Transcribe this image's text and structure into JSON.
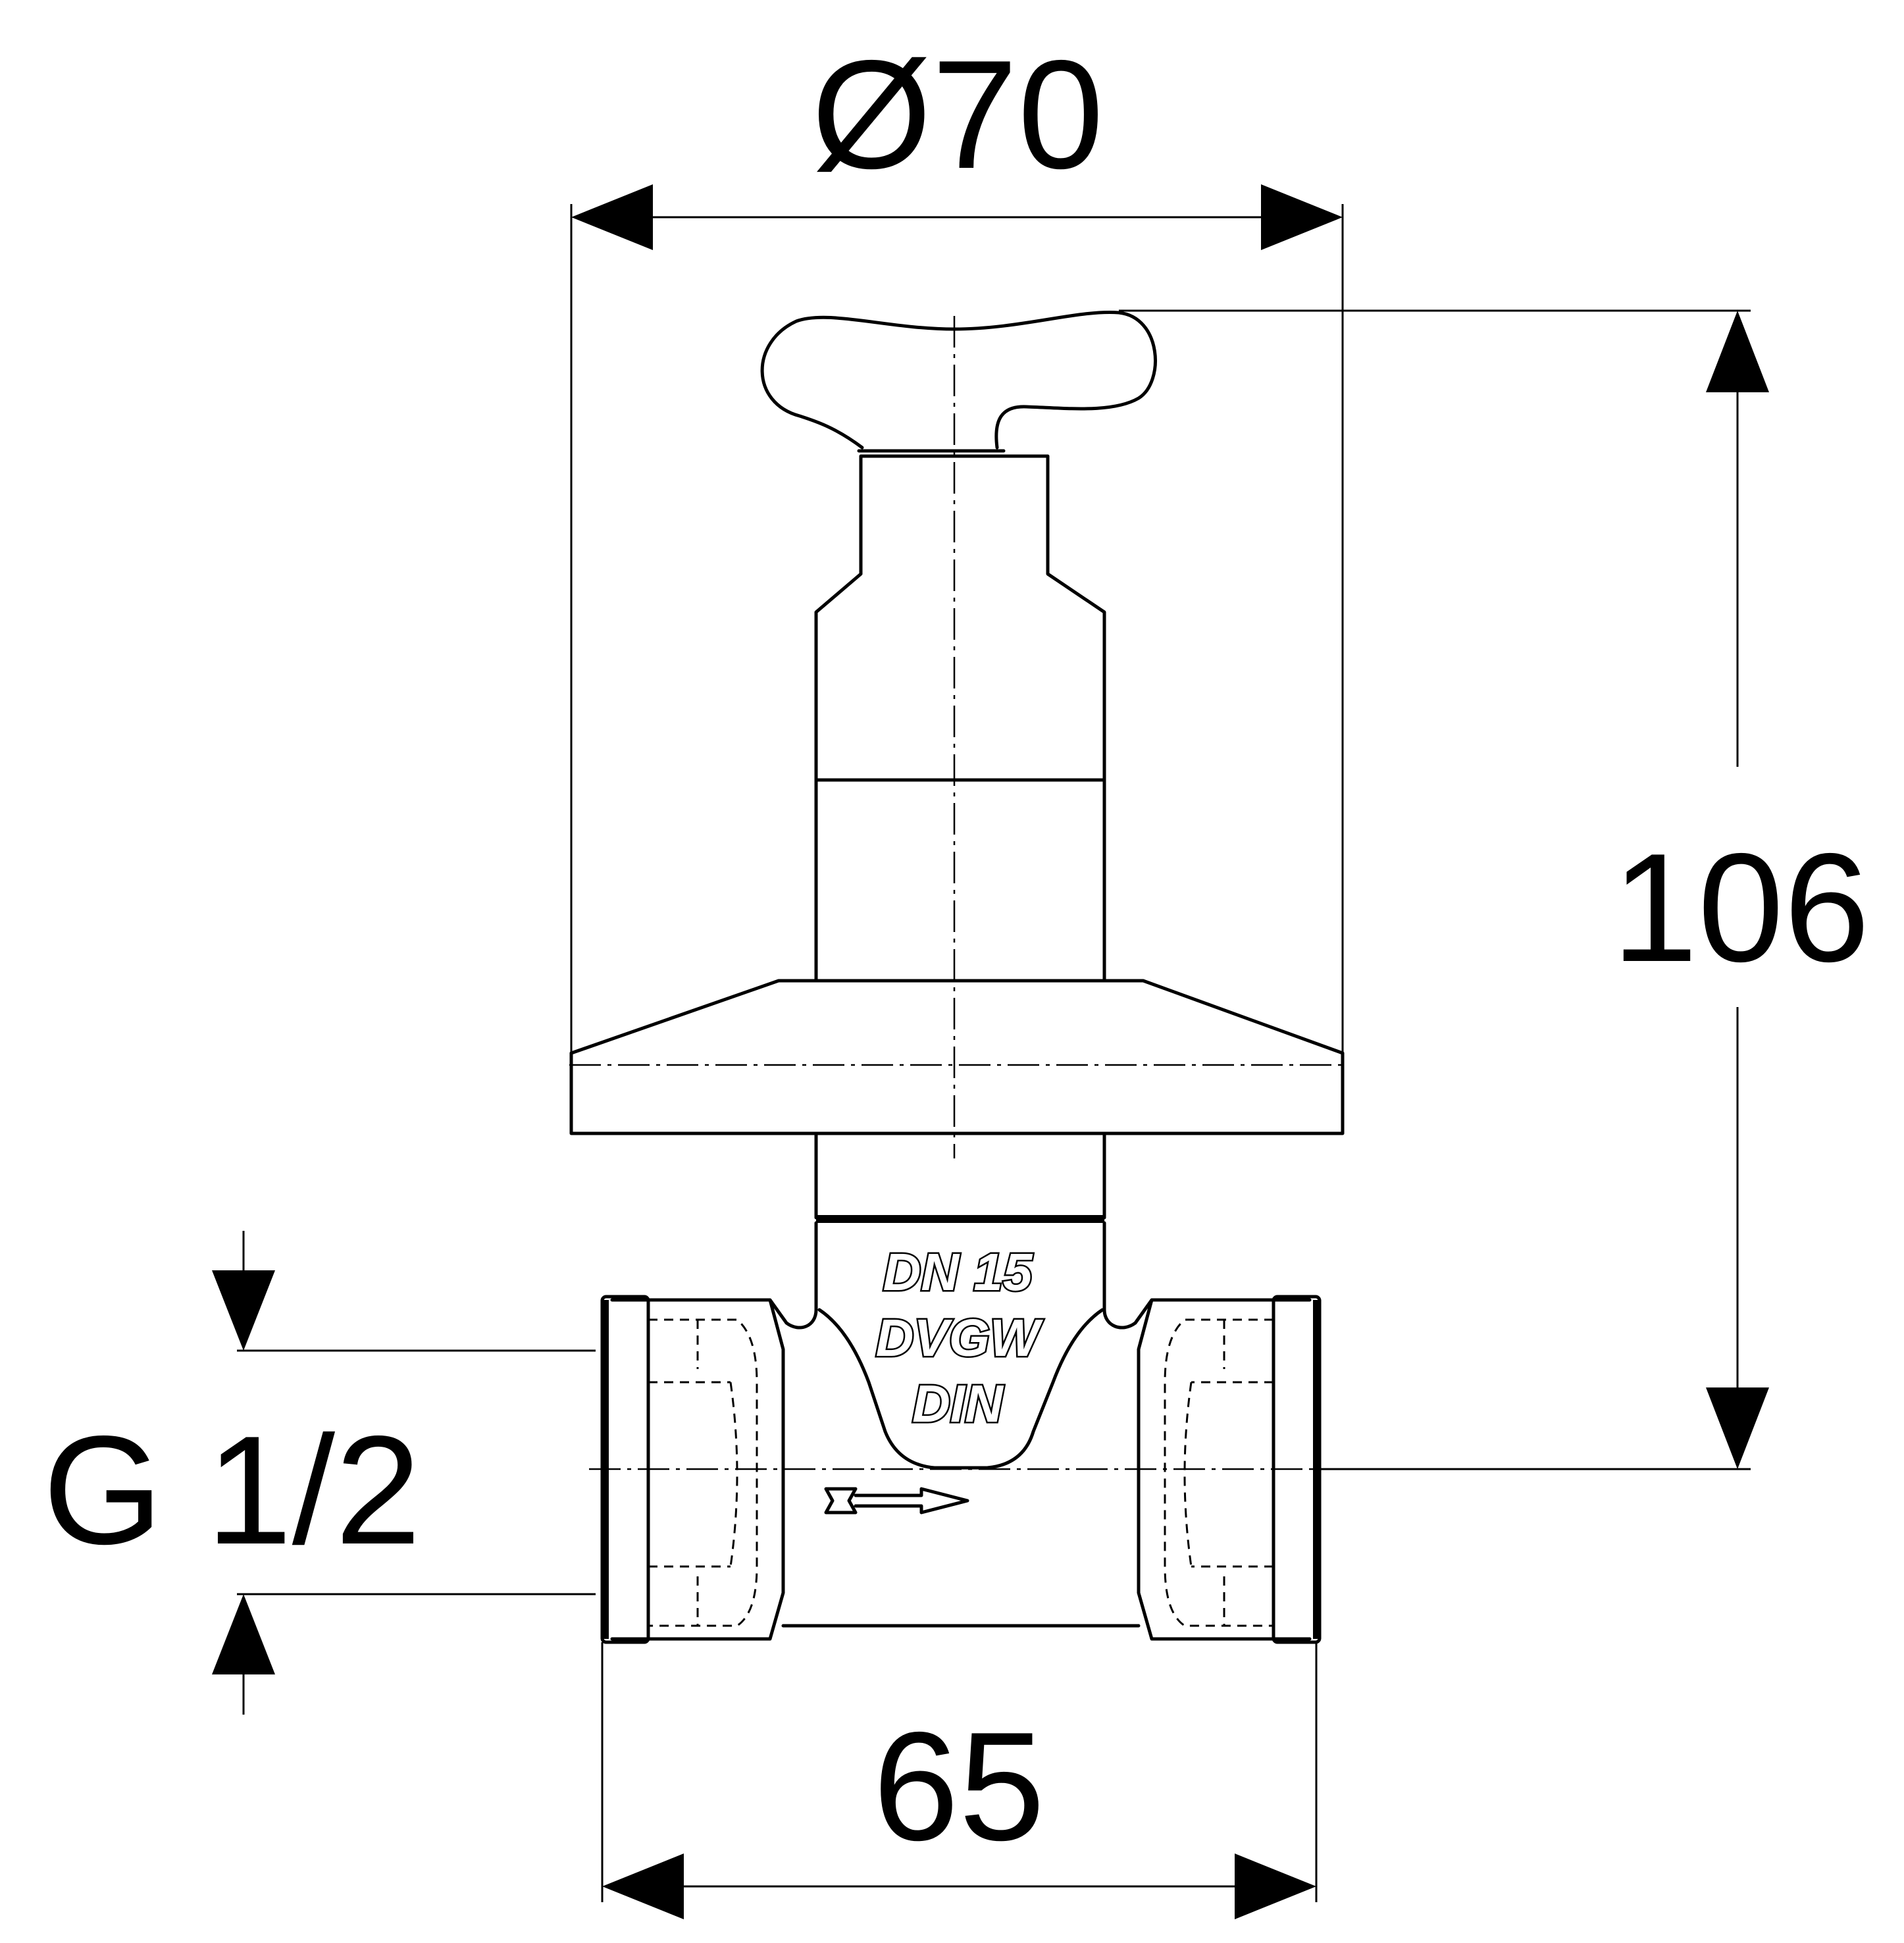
{
  "dimensions": {
    "diameter_label": "Ø70",
    "height_label": "106",
    "length_label": "65",
    "thread_label": "G 1/2"
  },
  "body_markings": {
    "line1": "DN 15",
    "line2": "DVGW",
    "line3": "DIN"
  },
  "colors": {
    "line": "#000000",
    "background": "#ffffff"
  }
}
